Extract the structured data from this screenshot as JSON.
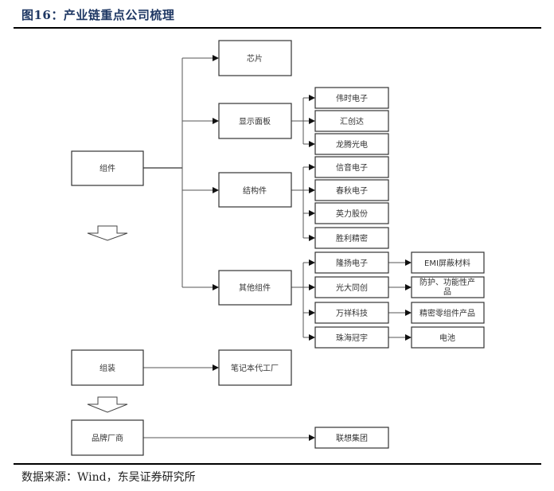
{
  "figure": {
    "title": "图16：产业链重点公司梳理",
    "source": "数据来源：Wind，东吴证券研究所"
  },
  "nodes": {
    "components": "组件",
    "chip": "芯片",
    "display_panel": "显示面板",
    "structural_parts": "结构件",
    "other_components": "其他组件",
    "assembly": "组装",
    "notebook_odm": "笔记本代工厂",
    "brand_vendor": "品牌厂商",
    "lenovo": "联想集团"
  },
  "display_panel_companies": [
    "伟时电子",
    "汇创达",
    "龙腾光电"
  ],
  "structural_companies": [
    "信音电子",
    "春秋电子",
    "英力股份",
    "胜利精密"
  ],
  "other_component_companies": [
    {
      "company": "隆扬电子",
      "product": "EMI屏蔽材料"
    },
    {
      "company": "光大同创",
      "product": "防护、功能性产品"
    },
    {
      "company": "万祥科技",
      "product": "精密零组件产品"
    },
    {
      "company": "珠海冠宇",
      "product": "电池"
    }
  ],
  "colors": {
    "title": "#1f3864",
    "box_stroke": "#333333",
    "rule": "#000000"
  }
}
